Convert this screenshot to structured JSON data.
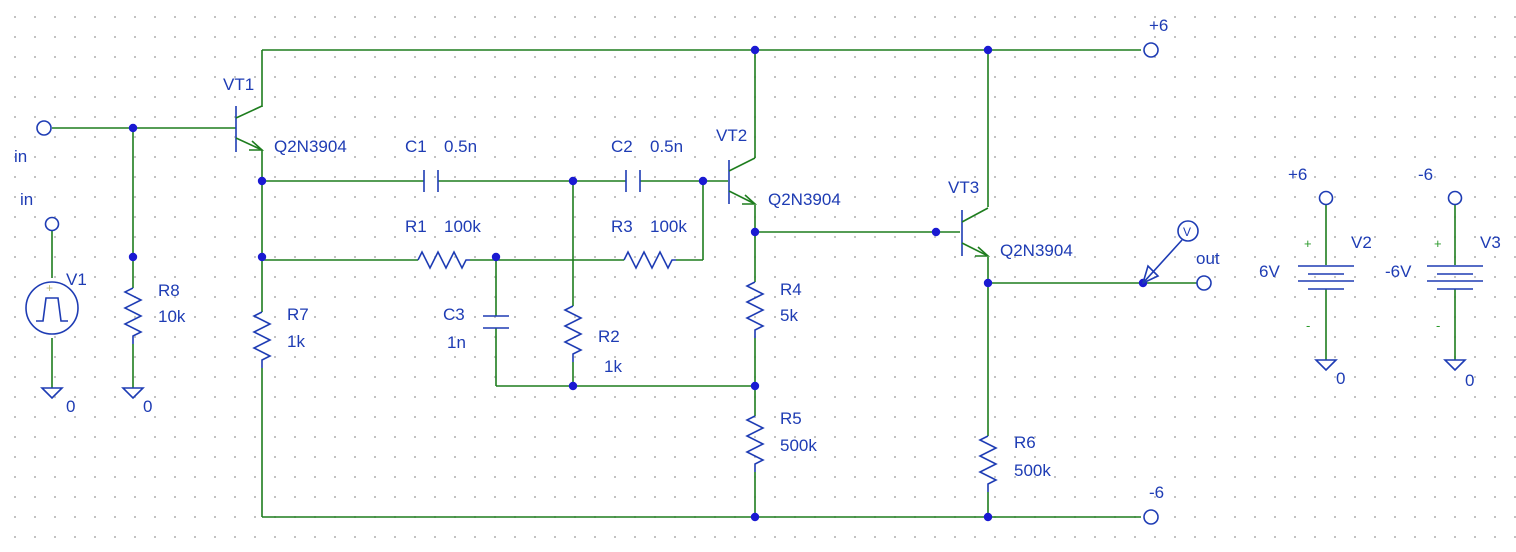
{
  "nets": {
    "vplus": "+6",
    "vminus": "-6",
    "input": "in",
    "output": "out",
    "ground": "0"
  },
  "transistors": [
    {
      "ref": "VT1",
      "model": "Q2N3904"
    },
    {
      "ref": "VT2",
      "model": "Q2N3904"
    },
    {
      "ref": "VT3",
      "model": "Q2N3904"
    }
  ],
  "resistors": [
    {
      "ref": "R1",
      "value": "100k"
    },
    {
      "ref": "R2",
      "value": "1k"
    },
    {
      "ref": "R3",
      "value": "100k"
    },
    {
      "ref": "R4",
      "value": "5k"
    },
    {
      "ref": "R5",
      "value": "500k"
    },
    {
      "ref": "R6",
      "value": "500k"
    },
    {
      "ref": "R7",
      "value": "1k"
    },
    {
      "ref": "R8",
      "value": "10k"
    }
  ],
  "capacitors": [
    {
      "ref": "C1",
      "value": "0.5n"
    },
    {
      "ref": "C2",
      "value": "0.5n"
    },
    {
      "ref": "C3",
      "value": "1n"
    }
  ],
  "sources": [
    {
      "ref": "V1",
      "net": "in"
    },
    {
      "ref": "V2",
      "value": "6V",
      "net": "+6",
      "plus": "+",
      "minus": "-"
    },
    {
      "ref": "V3",
      "value": "-6V",
      "net": "-6",
      "plus": "+",
      "minus": "-"
    }
  ],
  "probe": {
    "label": "V"
  }
}
